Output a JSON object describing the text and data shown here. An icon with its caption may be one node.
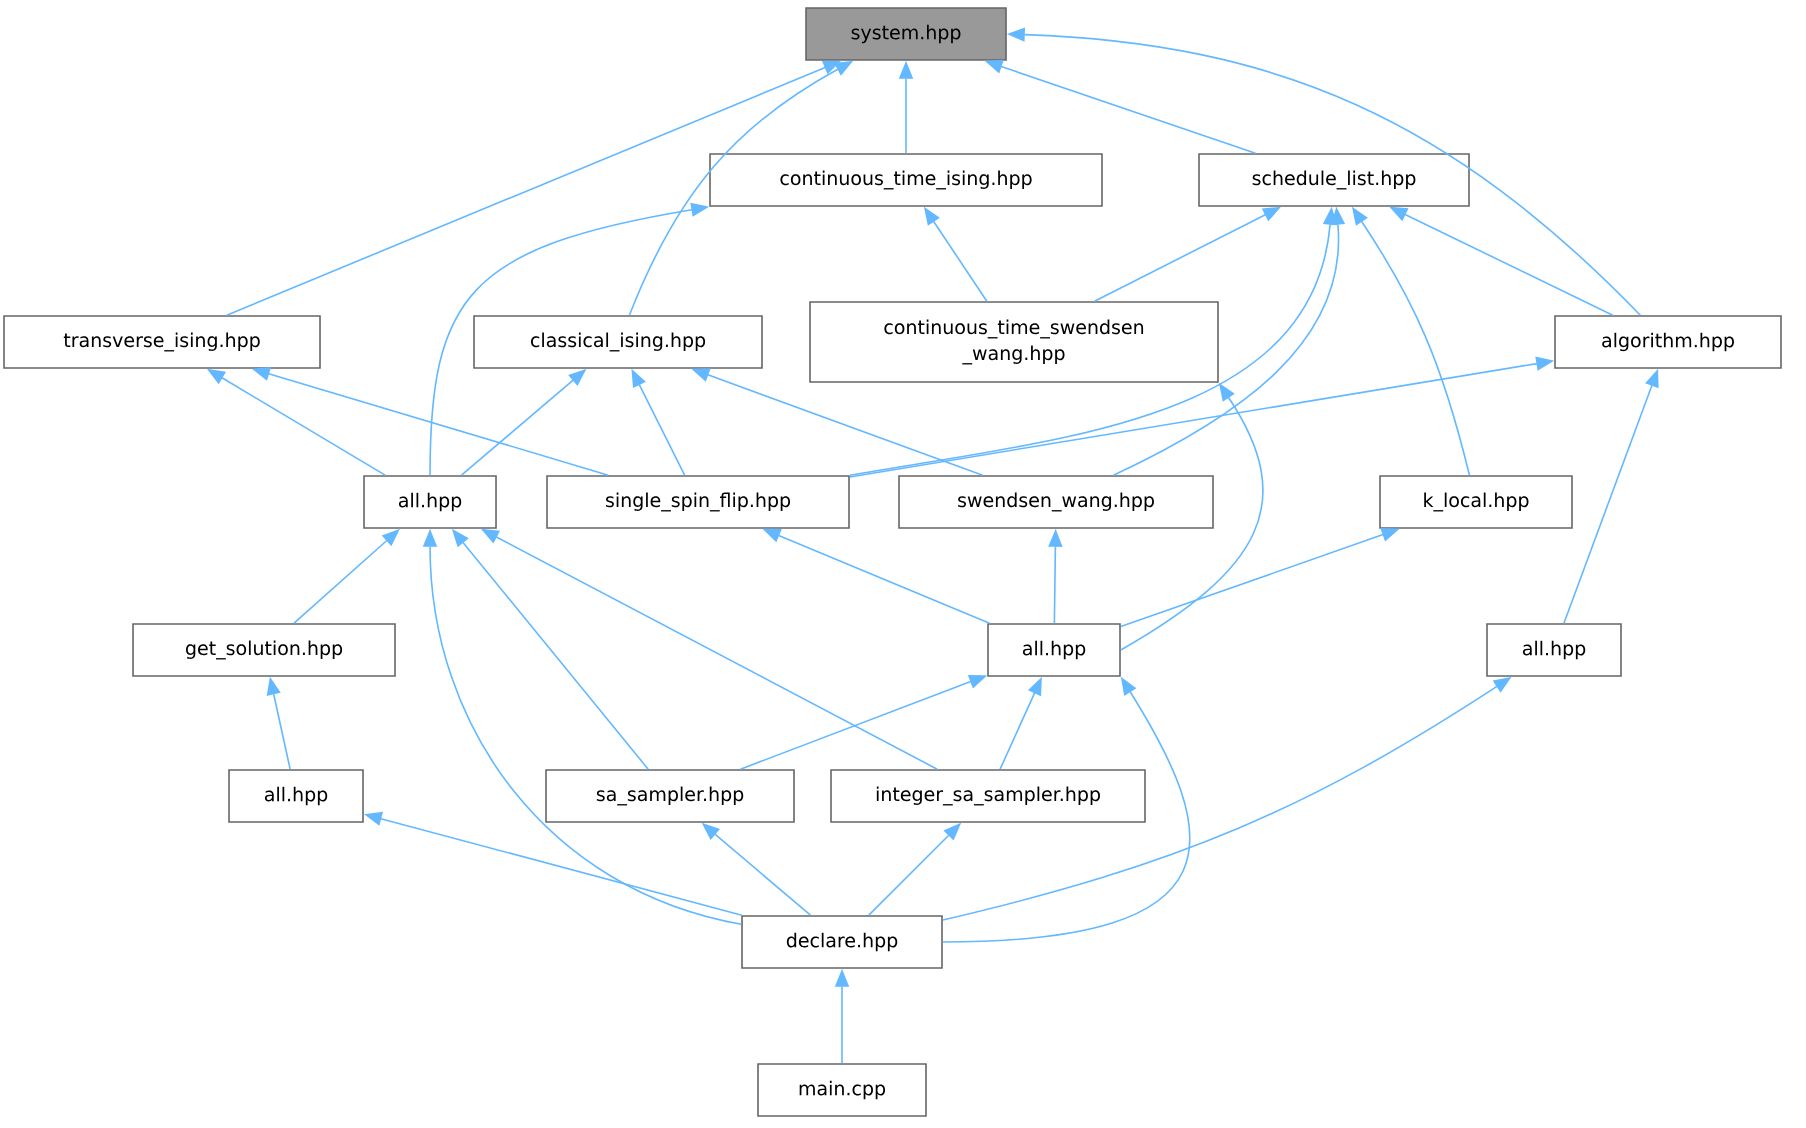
{
  "diagram": {
    "nodes": [
      {
        "text": [
          "system.hpp"
        ]
      },
      {
        "text": [
          "continuous_time_ising.hpp"
        ]
      },
      {
        "text": [
          "schedule_list.hpp"
        ]
      },
      {
        "text": [
          "transverse_ising.hpp"
        ]
      },
      {
        "text": [
          "classical_ising.hpp"
        ]
      },
      {
        "text": [
          "continuous_time_swendsen _wang.hpp"
        ]
      },
      {
        "text": [
          "algorithm.hpp"
        ]
      },
      {
        "text": [
          "all.hpp"
        ]
      },
      {
        "text": [
          "single_spin_flip.hpp"
        ]
      },
      {
        "text": [
          "swendsen_wang.hpp"
        ]
      },
      {
        "text": [
          "k_local.hpp"
        ]
      },
      {
        "text": [
          "get_solution.hpp"
        ]
      },
      {
        "text": [
          "all.hpp"
        ]
      },
      {
        "text": [
          "all.hpp"
        ]
      },
      {
        "text": [
          "all.hpp"
        ]
      },
      {
        "text": [
          "sa_sampler.hpp"
        ]
      },
      {
        "text": [
          "integer_sa_sampler.hpp"
        ]
      },
      {
        "text": [
          "declare.hpp"
        ]
      },
      {
        "text": [
          "main.cpp"
        ]
      }
    ],
    "edges": [
      {
        "from": 1,
        "to": 0,
        "arrow": "to"
      },
      {
        "from": 2,
        "to": 0,
        "arrow": "to"
      },
      {
        "from": 3,
        "to": 0,
        "arrow": "to"
      },
      {
        "from": 4,
        "to": 0,
        "arrow": "to"
      },
      {
        "from": 6,
        "to": 0,
        "arrow": "to"
      },
      {
        "from": 5,
        "to": 1,
        "arrow": "to"
      },
      {
        "from": 7,
        "to": 1,
        "arrow": "to"
      },
      {
        "from": 5,
        "to": 2,
        "arrow": "to"
      },
      {
        "from": 8,
        "to": 2,
        "arrow": "to"
      },
      {
        "from": 9,
        "to": 2,
        "arrow": "to"
      },
      {
        "from": 10,
        "to": 2,
        "arrow": "to"
      },
      {
        "from": 6,
        "to": 2,
        "arrow": "to"
      },
      {
        "from": 7,
        "to": 3,
        "arrow": "to"
      },
      {
        "from": 8,
        "to": 3,
        "arrow": "to"
      },
      {
        "from": 7,
        "to": 4,
        "arrow": "to"
      },
      {
        "from": 8,
        "to": 4,
        "arrow": "to"
      },
      {
        "from": 9,
        "to": 4,
        "arrow": "to"
      },
      {
        "from": 8,
        "to": 6,
        "arrow": "to"
      },
      {
        "from": 13,
        "to": 6,
        "arrow": "to"
      },
      {
        "from": 11,
        "to": 7,
        "arrow": "to"
      },
      {
        "from": 15,
        "to": 7,
        "arrow": "to"
      },
      {
        "from": 16,
        "to": 7,
        "arrow": "to"
      },
      {
        "from": 17,
        "to": 7,
        "arrow": "to"
      },
      {
        "from": 12,
        "to": 8,
        "arrow": "to"
      },
      {
        "from": 12,
        "to": 9,
        "arrow": "to"
      },
      {
        "from": 12,
        "to": 10,
        "arrow": "to"
      },
      {
        "from": 12,
        "to": 5,
        "arrow": "to"
      },
      {
        "from": 15,
        "to": 12,
        "arrow": "to"
      },
      {
        "from": 16,
        "to": 12,
        "arrow": "to"
      },
      {
        "from": 17,
        "to": 12,
        "arrow": "to"
      },
      {
        "from": 14,
        "to": 11,
        "arrow": "to"
      },
      {
        "from": 17,
        "to": 14,
        "arrow": "to"
      },
      {
        "from": 17,
        "to": 15,
        "arrow": "to"
      },
      {
        "from": 17,
        "to": 16,
        "arrow": "to"
      },
      {
        "from": 17,
        "to": 13,
        "arrow": "to"
      },
      {
        "from": 18,
        "to": 17,
        "arrow": "to"
      }
    ]
  }
}
